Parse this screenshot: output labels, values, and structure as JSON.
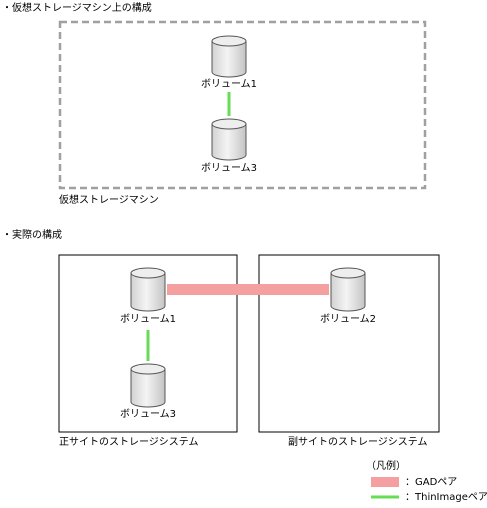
{
  "virtual_section": {
    "heading": "・仮想ストレージマシン上の構成",
    "box_label": "仮想ストレージマシン",
    "volume_a": "ボリューム1",
    "volume_b": "ボリューム3"
  },
  "actual_section": {
    "heading": "・実際の構成",
    "primary": {
      "label": "正サイトのストレージシステム",
      "volume_a": "ボリューム1",
      "volume_b": "ボリューム3"
    },
    "secondary": {
      "label": "副サイトのストレージシステム",
      "volume": "ボリューム2"
    }
  },
  "legend": {
    "title": "（凡例）",
    "gad_label": "：GADペア",
    "thinimage_label": "：ThinImageペア",
    "colors": {
      "gad": "#f4a0a0",
      "thinimage": "#66dd55"
    }
  }
}
